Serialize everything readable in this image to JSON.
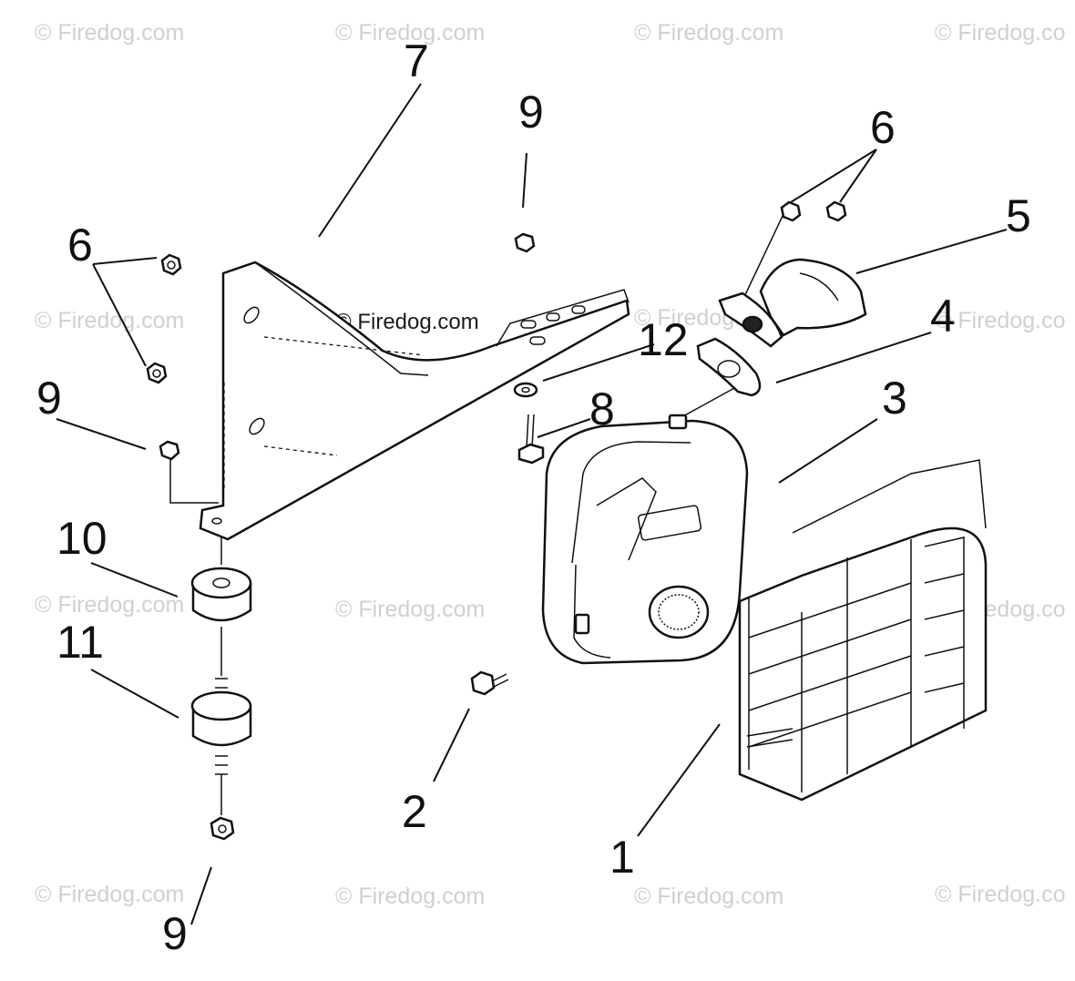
{
  "watermark": {
    "text": "© Firedog.com",
    "text_cut": "© Firedog.co",
    "text_center": "© Firedog.com"
  },
  "callouts": {
    "c1": "1",
    "c2": "2",
    "c3": "3",
    "c4": "4",
    "c5": "5",
    "c6a": "6",
    "c6b": "6",
    "c7": "7",
    "c8": "8",
    "c9a": "9",
    "c9b": "9",
    "c9c": "9",
    "c10": "10",
    "c11": "11",
    "c12": "12"
  }
}
